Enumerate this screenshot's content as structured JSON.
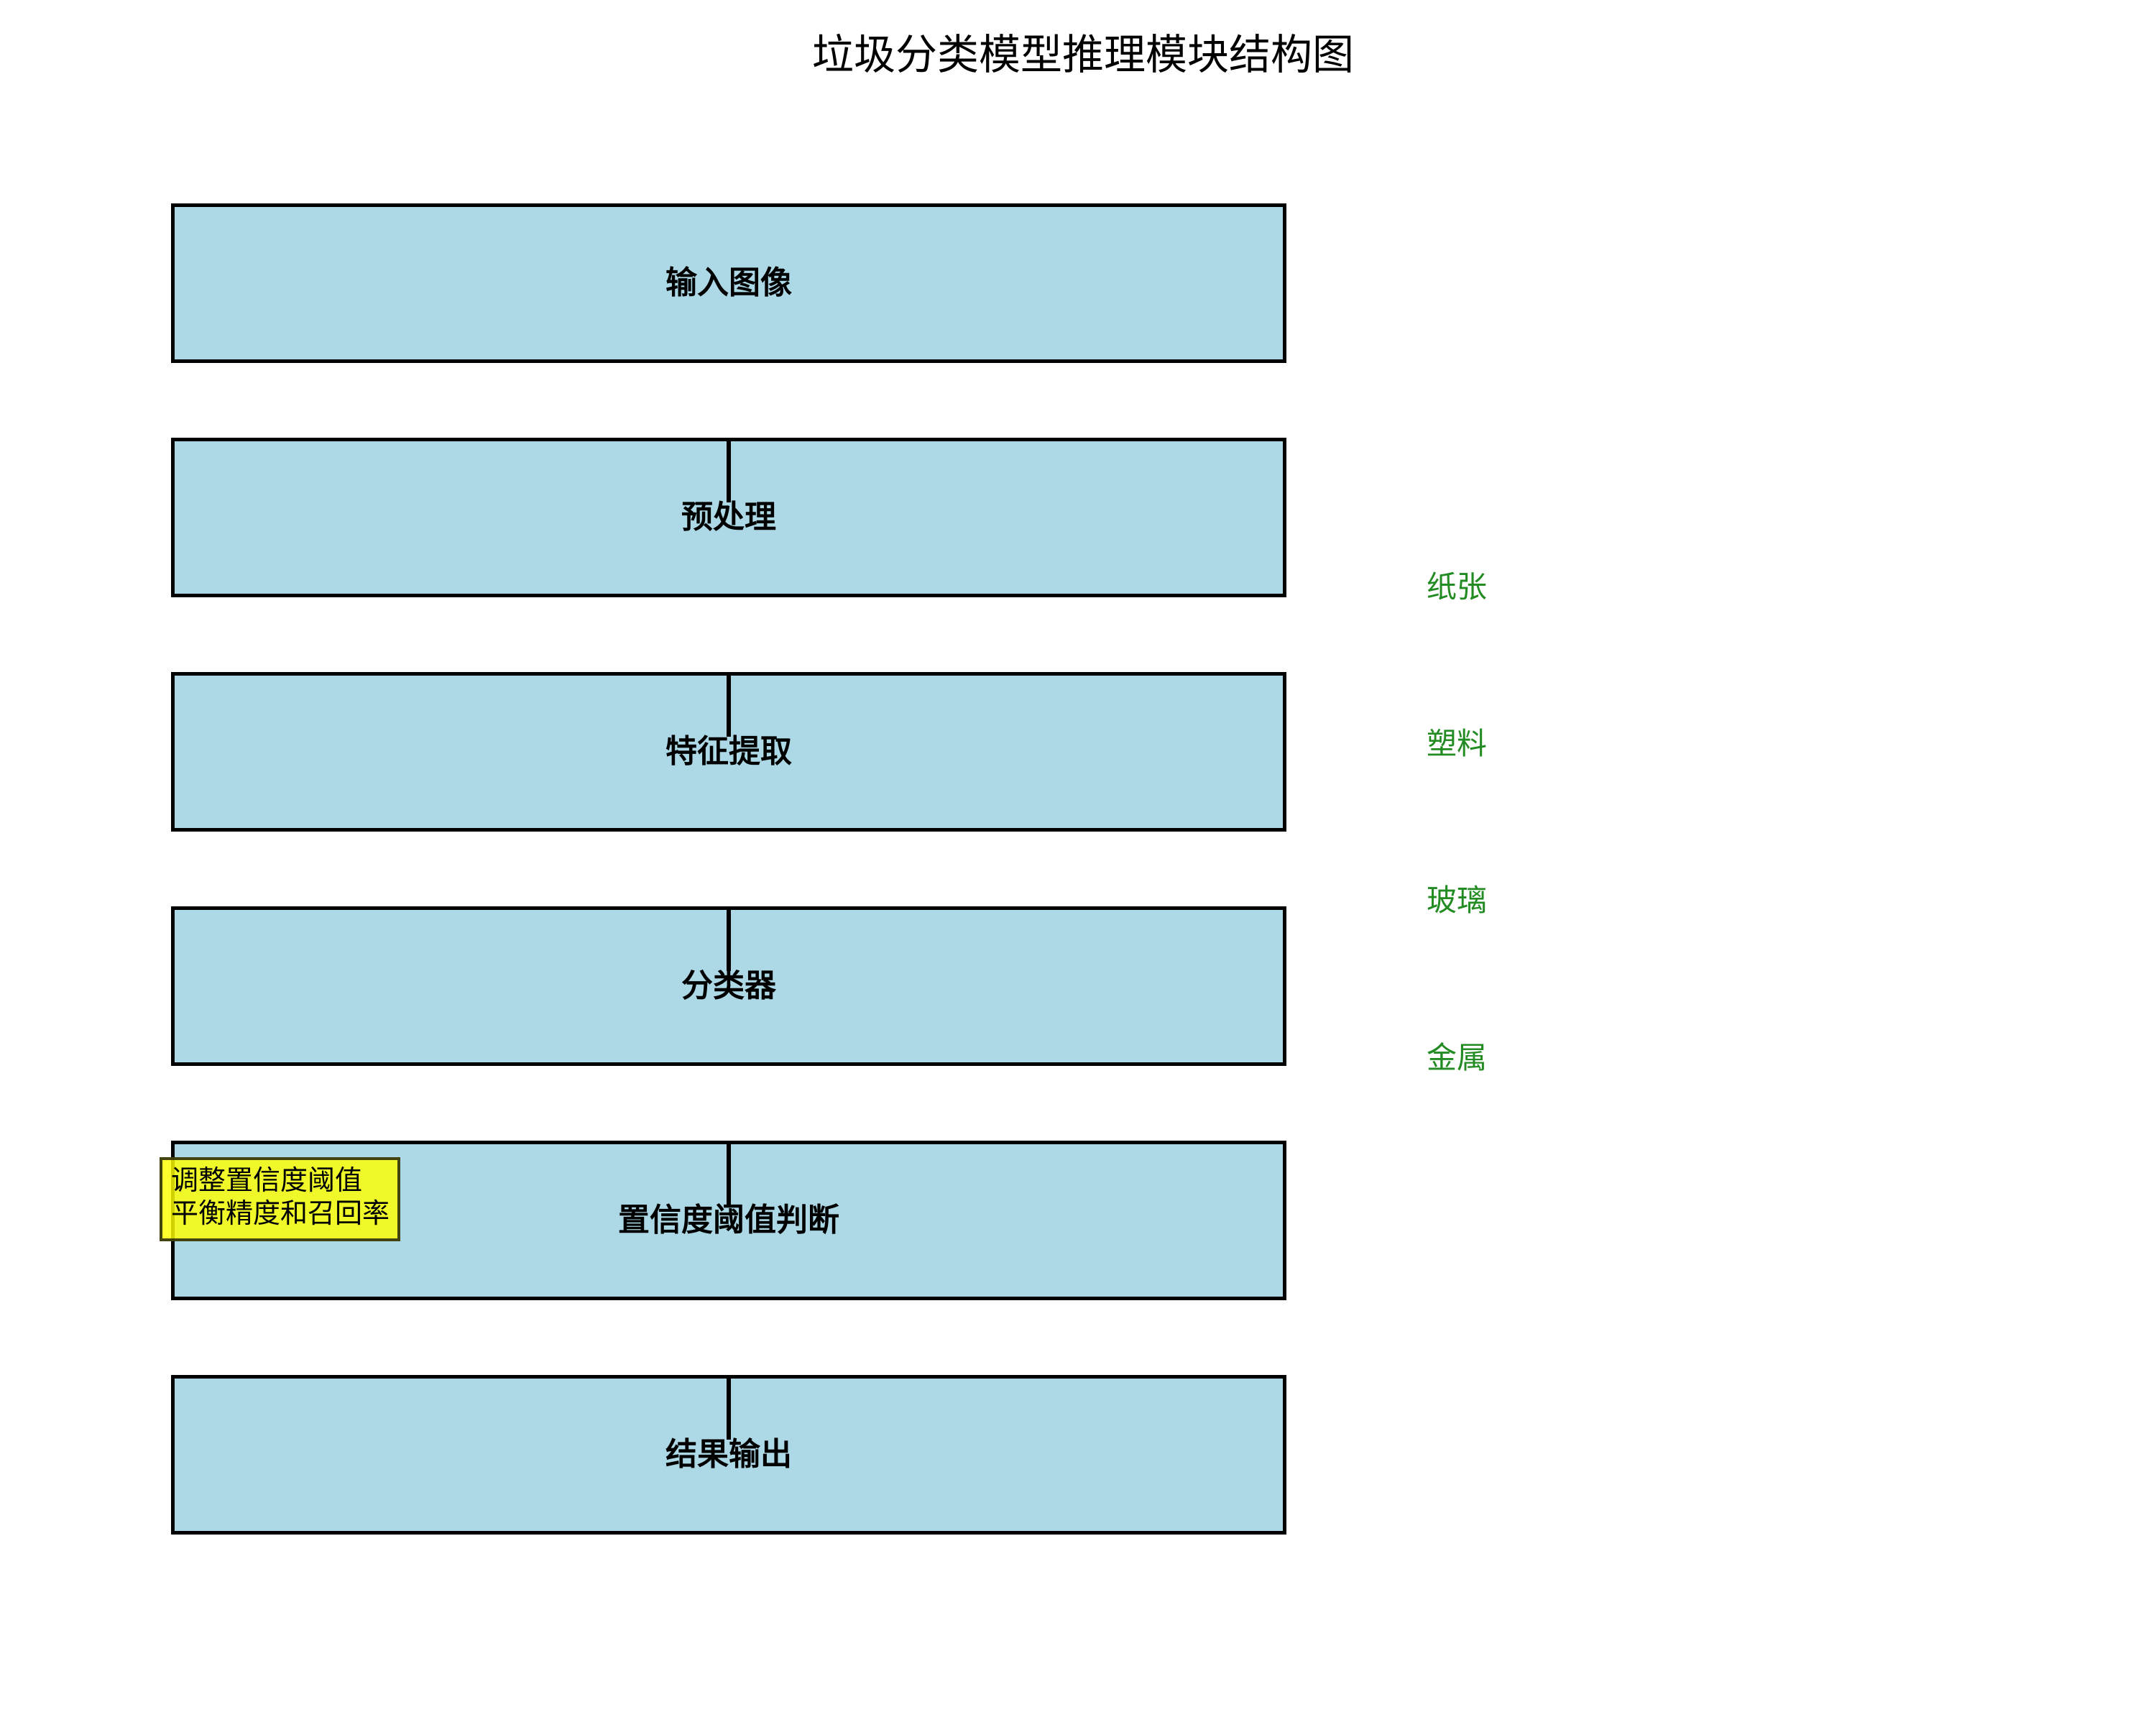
{
  "title": "垃圾分类模型推理模块结构图",
  "flow": {
    "nodes": [
      {
        "id": "input-image",
        "label": "输入图像"
      },
      {
        "id": "preprocess",
        "label": "预处理"
      },
      {
        "id": "feature-extraction",
        "label": "特征提取"
      },
      {
        "id": "classifier",
        "label": "分类器"
      },
      {
        "id": "confidence-threshold",
        "label": "置信度阈值判断"
      },
      {
        "id": "result-output",
        "label": "结果输出"
      }
    ]
  },
  "categories": {
    "items": [
      {
        "id": "paper",
        "label": "纸张"
      },
      {
        "id": "plastic",
        "label": "塑料"
      },
      {
        "id": "glass",
        "label": "玻璃"
      },
      {
        "id": "metal",
        "label": "金属"
      }
    ]
  },
  "annotation": {
    "lines": [
      "调整置信度阈值",
      "平衡精度和召回率"
    ]
  },
  "colors": {
    "node_fill": "#ADD8E6",
    "node_border": "#000000",
    "connector": "#000000",
    "category_text": "#228B22",
    "annotation_bg": "#FFFF00",
    "annotation_border": "#232308",
    "text": "#000000",
    "background": "#FFFFFF"
  }
}
